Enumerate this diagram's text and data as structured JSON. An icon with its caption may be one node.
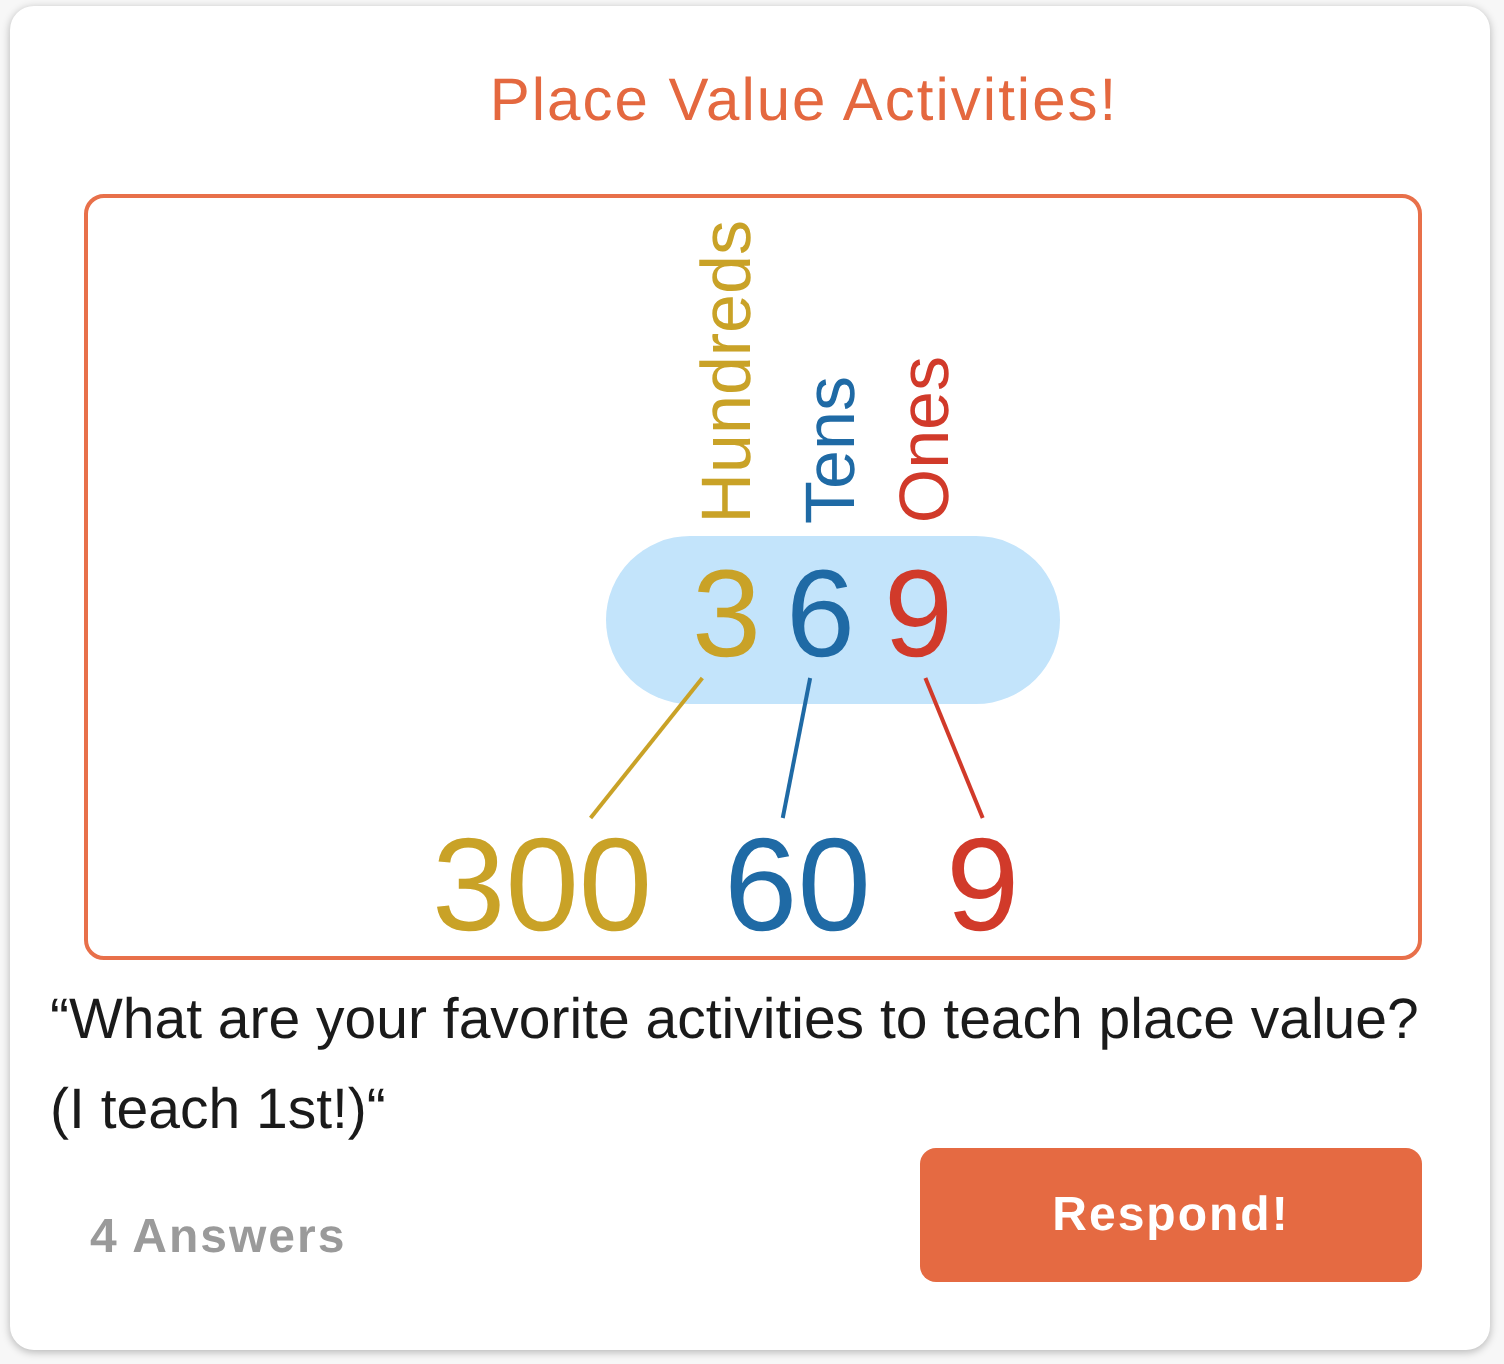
{
  "diagram": {
    "title": "Place Value Activities!",
    "nodes": [
      {
        "text": [],
        "shape": "pill"
      },
      {
        "text": [
          "3"
        ],
        "in": 0,
        "beside": [
          "Hundreds"
        ]
      },
      {
        "text": [
          "6"
        ],
        "in": 0,
        "beside": [
          "Tens"
        ]
      },
      {
        "text": [
          "9"
        ],
        "in": 0,
        "beside": [
          "Ones"
        ]
      },
      {
        "text": [
          "300"
        ]
      },
      {
        "text": [
          "60"
        ]
      },
      {
        "text": [
          "9"
        ]
      }
    ],
    "edges": [
      {
        "from": 1,
        "to": 4,
        "arrow": "none",
        "color": "#c9a227"
      },
      {
        "from": 2,
        "to": 5,
        "arrow": "none",
        "color": "#1f6aa5"
      },
      {
        "from": 3,
        "to": 6,
        "arrow": "none",
        "color": "#d13a2a"
      }
    ],
    "labels": [
      "“What are your favorite activities to teach place value? (I teach 1st!)“",
      "4 Answers",
      "Respond!"
    ]
  }
}
